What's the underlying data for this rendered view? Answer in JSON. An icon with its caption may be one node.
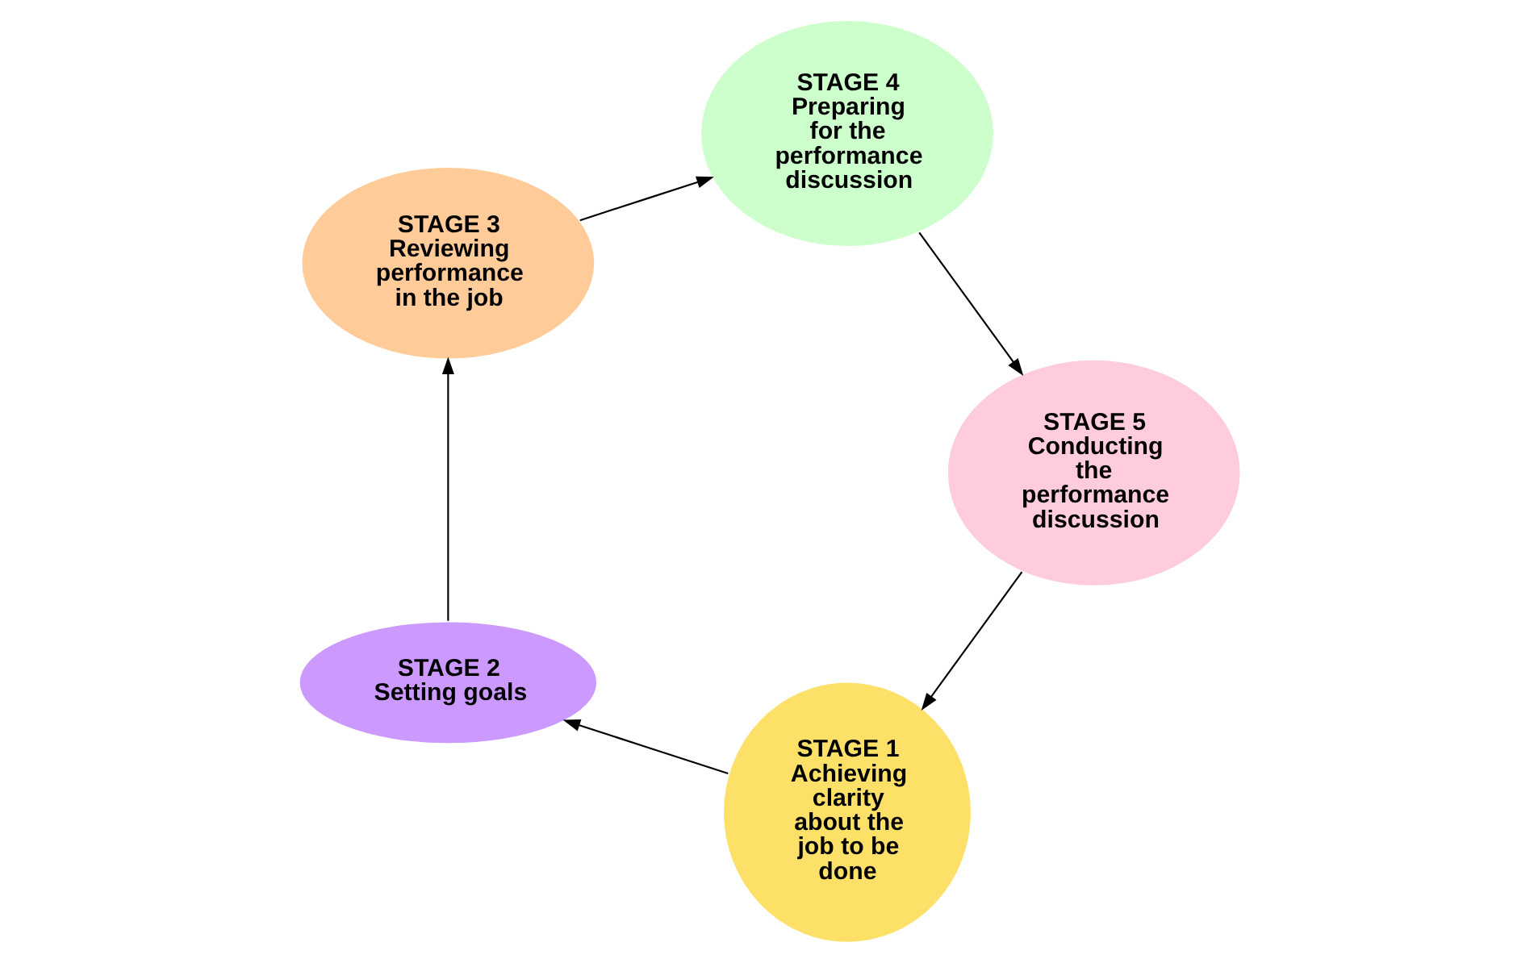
{
  "diagram": {
    "nodes": [
      {
        "text": [
          "STAGE 1",
          "Achieving clarity about the job to be done"
        ]
      },
      {
        "text": [
          "STAGE 2",
          "Setting goals"
        ]
      },
      {
        "text": [
          "STAGE 3",
          "Reviewing performance in the job"
        ]
      },
      {
        "text": [
          "STAGE 4",
          "Preparing for the performance discussion"
        ]
      },
      {
        "text": [
          "STAGE 5",
          "Conducting the performance discussion"
        ]
      }
    ],
    "edges": [
      {
        "from": 0,
        "to": 1,
        "arrow": "to"
      },
      {
        "from": 1,
        "to": 2,
        "arrow": "to"
      },
      {
        "from": 2,
        "to": 3,
        "arrow": "to"
      },
      {
        "from": 3,
        "to": 4,
        "arrow": "to"
      },
      {
        "from": 4,
        "to": 0,
        "arrow": "to"
      }
    ]
  }
}
